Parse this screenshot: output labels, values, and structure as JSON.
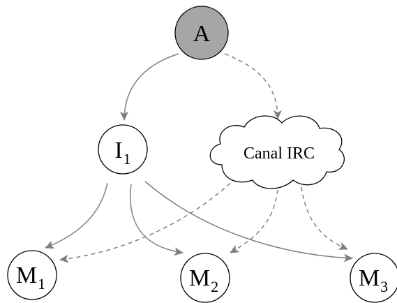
{
  "diagram": {
    "nodes": {
      "source": {
        "label": "A",
        "fill": "#a6a6a6"
      },
      "intermediate": {
        "label": "I",
        "sub": "1",
        "fill": "#ffffff"
      },
      "channel": {
        "label": "Canal IRC",
        "fill": "#ffffff"
      },
      "machine1": {
        "label": "M",
        "sub": "1",
        "fill": "#ffffff"
      },
      "machine2": {
        "label": "M",
        "sub": "2",
        "fill": "#ffffff"
      },
      "machine3": {
        "label": "M",
        "sub": "3",
        "fill": "#ffffff"
      }
    },
    "edges": [
      {
        "from": "source",
        "to": "intermediate",
        "style": "solid"
      },
      {
        "from": "source",
        "to": "channel",
        "style": "dashed"
      },
      {
        "from": "intermediate",
        "to": "machine1",
        "style": "solid"
      },
      {
        "from": "intermediate",
        "to": "machine2",
        "style": "solid"
      },
      {
        "from": "intermediate",
        "to": "machine3",
        "style": "solid"
      },
      {
        "from": "channel",
        "to": "machine1",
        "style": "dashed"
      },
      {
        "from": "channel",
        "to": "machine2",
        "style": "dashed"
      },
      {
        "from": "channel",
        "to": "machine3",
        "style": "dashed"
      }
    ],
    "colors": {
      "edge": "#7f7f7f",
      "outline": "#000000"
    }
  }
}
